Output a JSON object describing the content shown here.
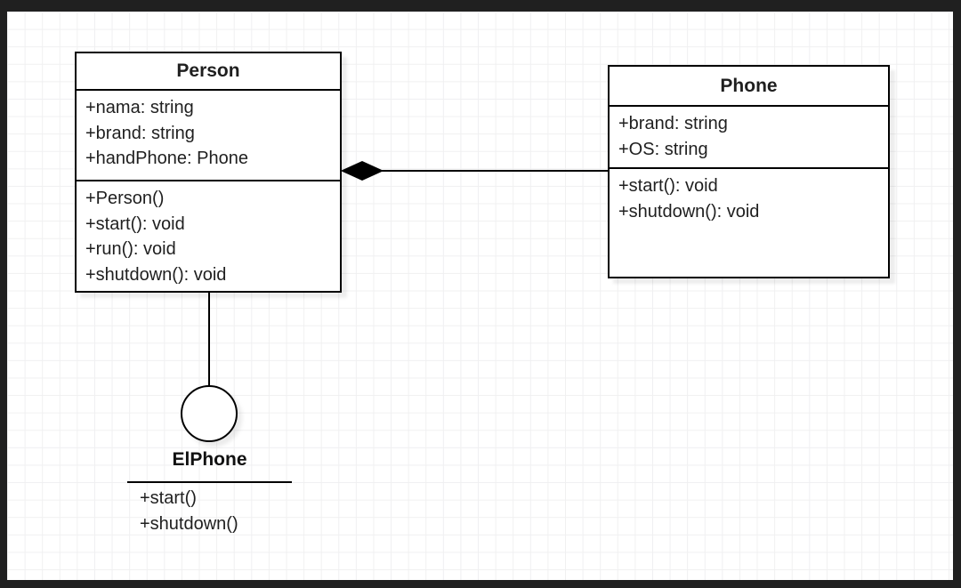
{
  "diagram": {
    "classes": [
      {
        "name": "Person",
        "attributes": [
          "+nama: string",
          "+brand: string",
          "+handPhone: Phone"
        ],
        "methods": [
          "+Person()",
          "+start(): void",
          "+run(): void",
          "+shutdown(): void"
        ]
      },
      {
        "name": "Phone",
        "attributes": [
          "+brand: string",
          "+OS: string"
        ],
        "methods": [
          "+start(): void",
          "+shutdown(): void"
        ]
      }
    ],
    "interface": {
      "name": "ElPhone",
      "methods": [
        "+start()",
        "+shutdown()"
      ],
      "notation": "lollipop (provided interface circle)",
      "attached_to": "Person"
    },
    "connector": {
      "type": "composition",
      "diamond": "filled",
      "diamond_end": "Person",
      "from": "Person",
      "to": "Phone"
    },
    "colors": {
      "stroke": "#000000",
      "box_fill": "#ffffff",
      "text": "#1f1f1f",
      "grid_line": "#f0f0f1",
      "canvas_bg": "#ffffff",
      "frame_bg": "#202020"
    }
  }
}
